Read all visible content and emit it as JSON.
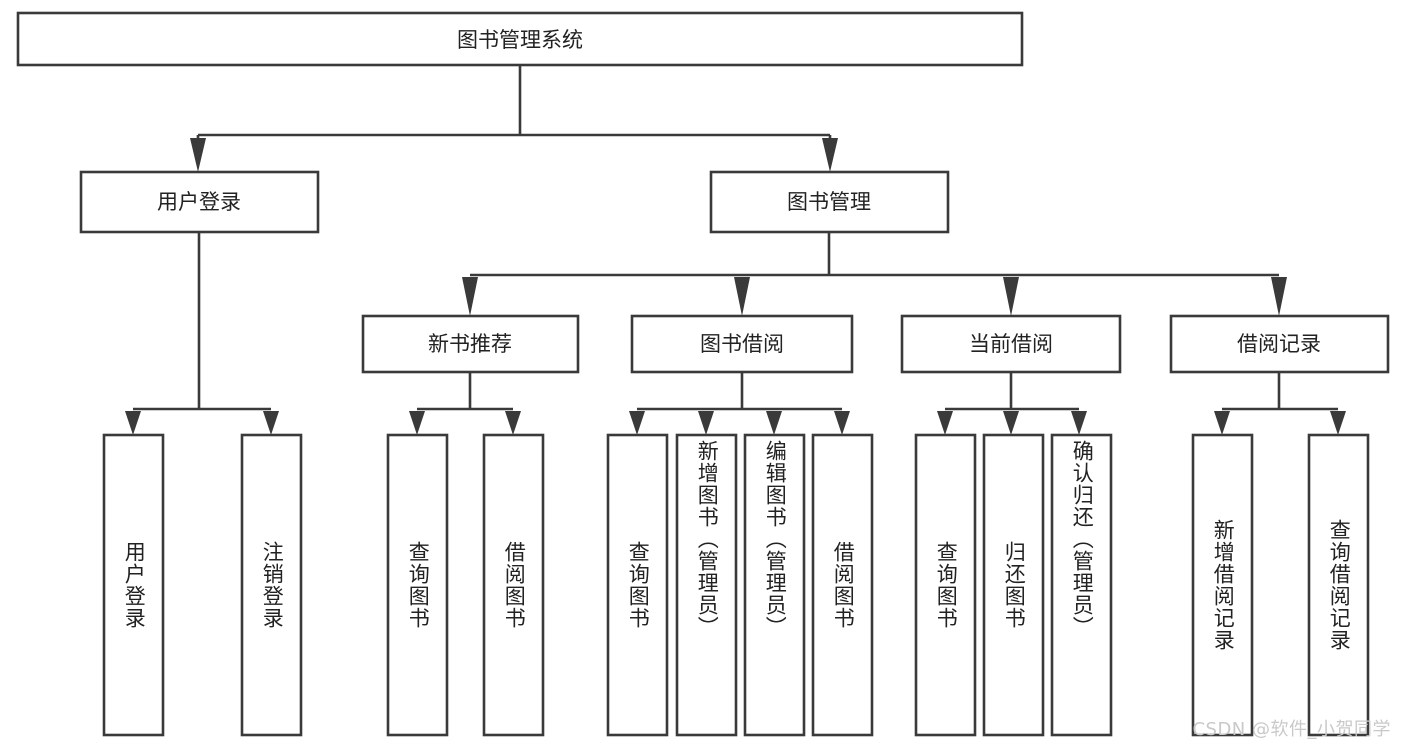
{
  "diagram": {
    "title": "图书管理系统",
    "type": "tree-hierarchy",
    "root": {
      "label": "图书管理系统"
    },
    "level2": [
      {
        "label": "用户登录"
      },
      {
        "label": "图书管理"
      }
    ],
    "level3": [
      {
        "label": "新书推荐"
      },
      {
        "label": "图书借阅"
      },
      {
        "label": "当前借阅"
      },
      {
        "label": "借阅记录"
      }
    ],
    "leaves": {
      "user_login": [
        {
          "label": "用户登录"
        },
        {
          "label": "注销登录"
        }
      ],
      "new_book_recommend": [
        {
          "label": "查询图书"
        },
        {
          "label": "借阅图书"
        }
      ],
      "book_borrow": [
        {
          "label": "查询图书"
        },
        {
          "label": "新增图书（管理员）"
        },
        {
          "label": "编辑图书（管理员）"
        },
        {
          "label": "借阅图书"
        }
      ],
      "current_borrow": [
        {
          "label": "查询图书"
        },
        {
          "label": "归还图书"
        },
        {
          "label": "确认归还（管理员）"
        }
      ],
      "borrow_record": [
        {
          "label": "新增借阅记录"
        },
        {
          "label": "查询借阅记录"
        }
      ]
    }
  },
  "watermark": {
    "text": "CSDN @软件_小贺同学"
  },
  "colors": {
    "stroke": "#3a3a3a",
    "box_fill": "#ffffff",
    "text": "#222222",
    "watermark": "#c9c9c9",
    "background": "#ffffff"
  }
}
